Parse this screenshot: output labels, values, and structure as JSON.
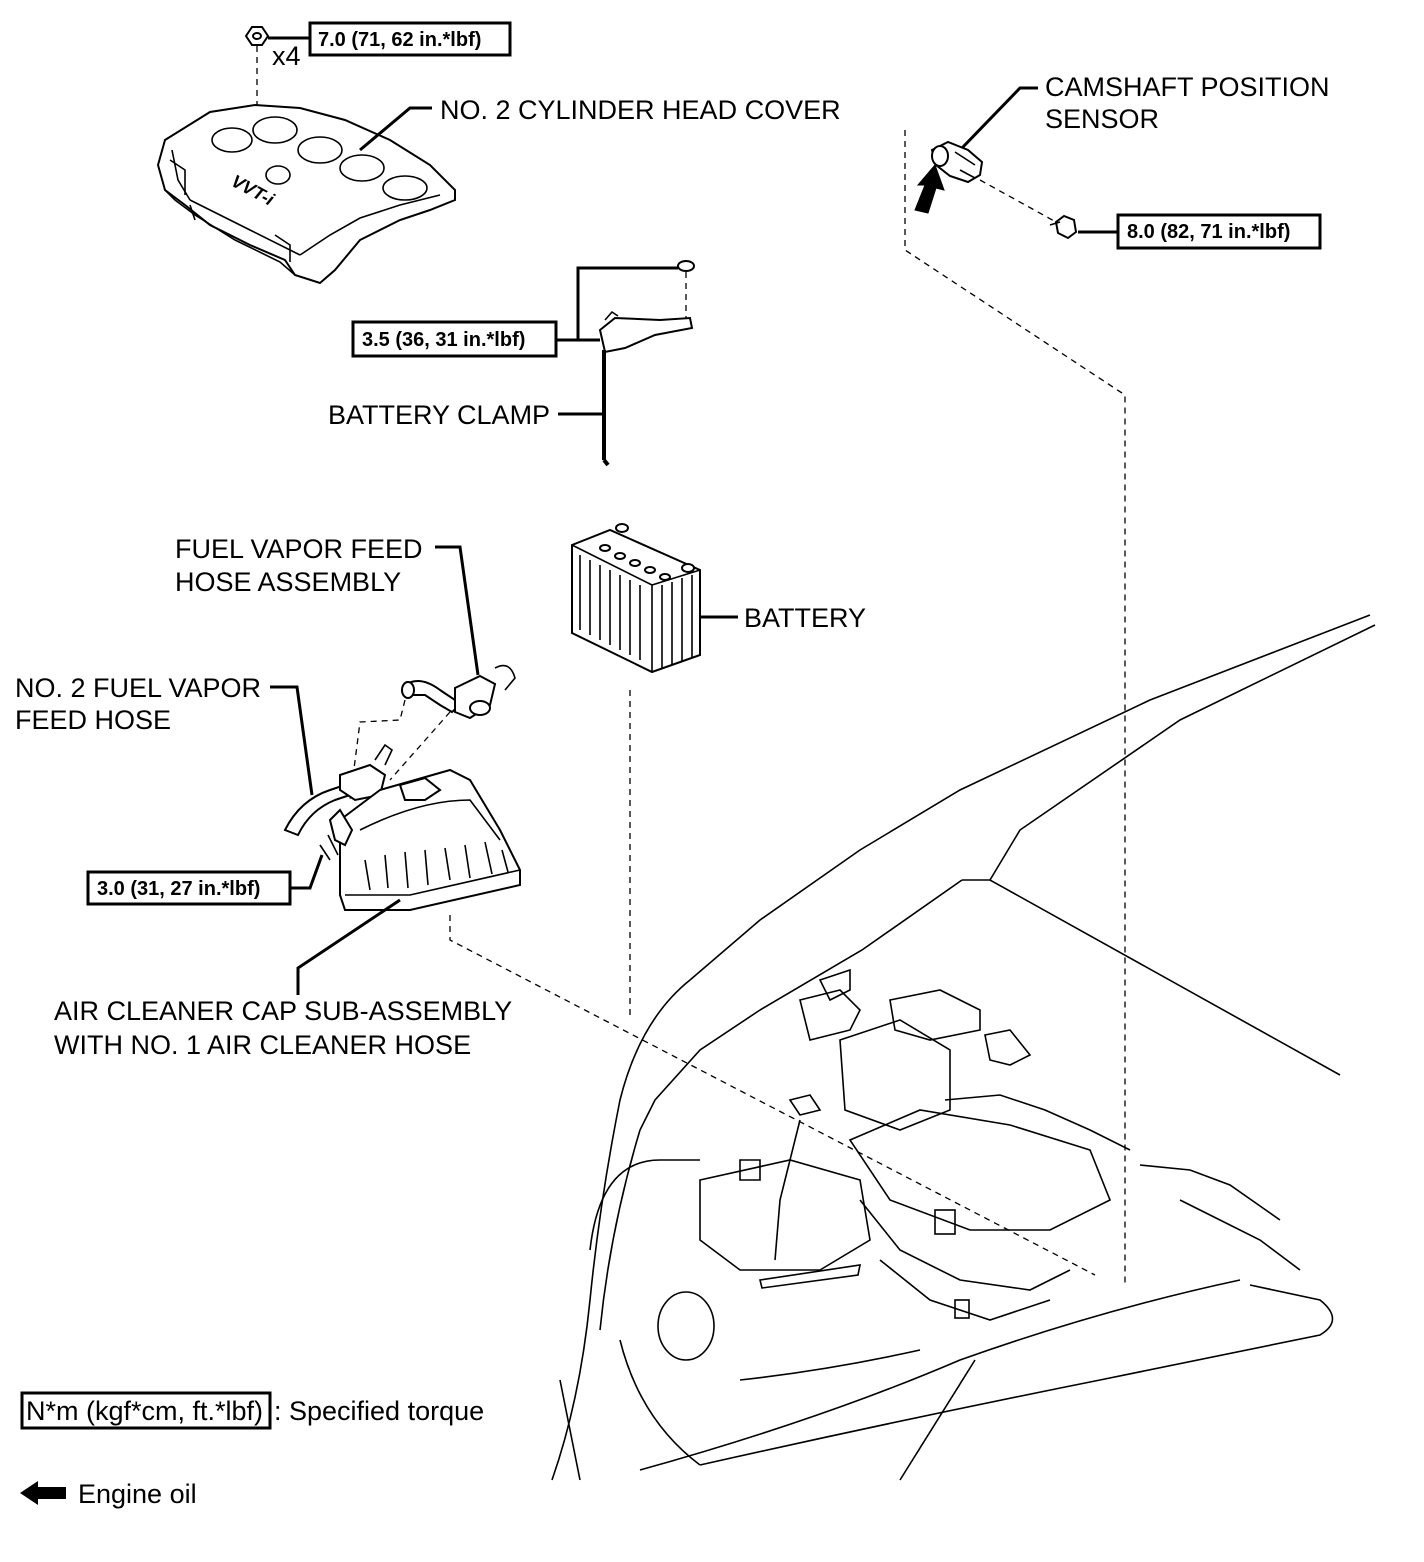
{
  "labels": {
    "cylinder_head_cover": "NO. 2 CYLINDER HEAD COVER",
    "camshaft_sensor_line1": "CAMSHAFT POSITION",
    "camshaft_sensor_line2": "SENSOR",
    "battery_clamp": "BATTERY CLAMP",
    "fuel_vapor_feed_line1": "FUEL VAPOR FEED",
    "fuel_vapor_feed_line2": "HOSE ASSEMBLY",
    "battery": "BATTERY",
    "no2_fuel_vapor_line1": "NO. 2 FUEL VAPOR",
    "no2_fuel_vapor_line2": "FEED HOSE",
    "air_cleaner_line1": "AIR CLEANER CAP SUB-ASSEMBLY",
    "air_cleaner_line2": "WITH NO. 1 AIR CLEANER HOSE",
    "quantity_x4": "x4"
  },
  "torques": {
    "cover_nut": "7.0 (71, 62 in.*lbf)",
    "camshaft_bolt": "8.0 (82, 71 in.*lbf)",
    "battery_clamp_nut": "3.5 (36, 31 in.*lbf)",
    "air_cleaner_bolt": "3.0 (31, 27 in.*lbf)"
  },
  "legend": {
    "torque_unit": "N*m (kgf*cm, ft.*lbf)",
    "torque_desc": ": Specified torque",
    "engine_oil": "Engine oil"
  }
}
